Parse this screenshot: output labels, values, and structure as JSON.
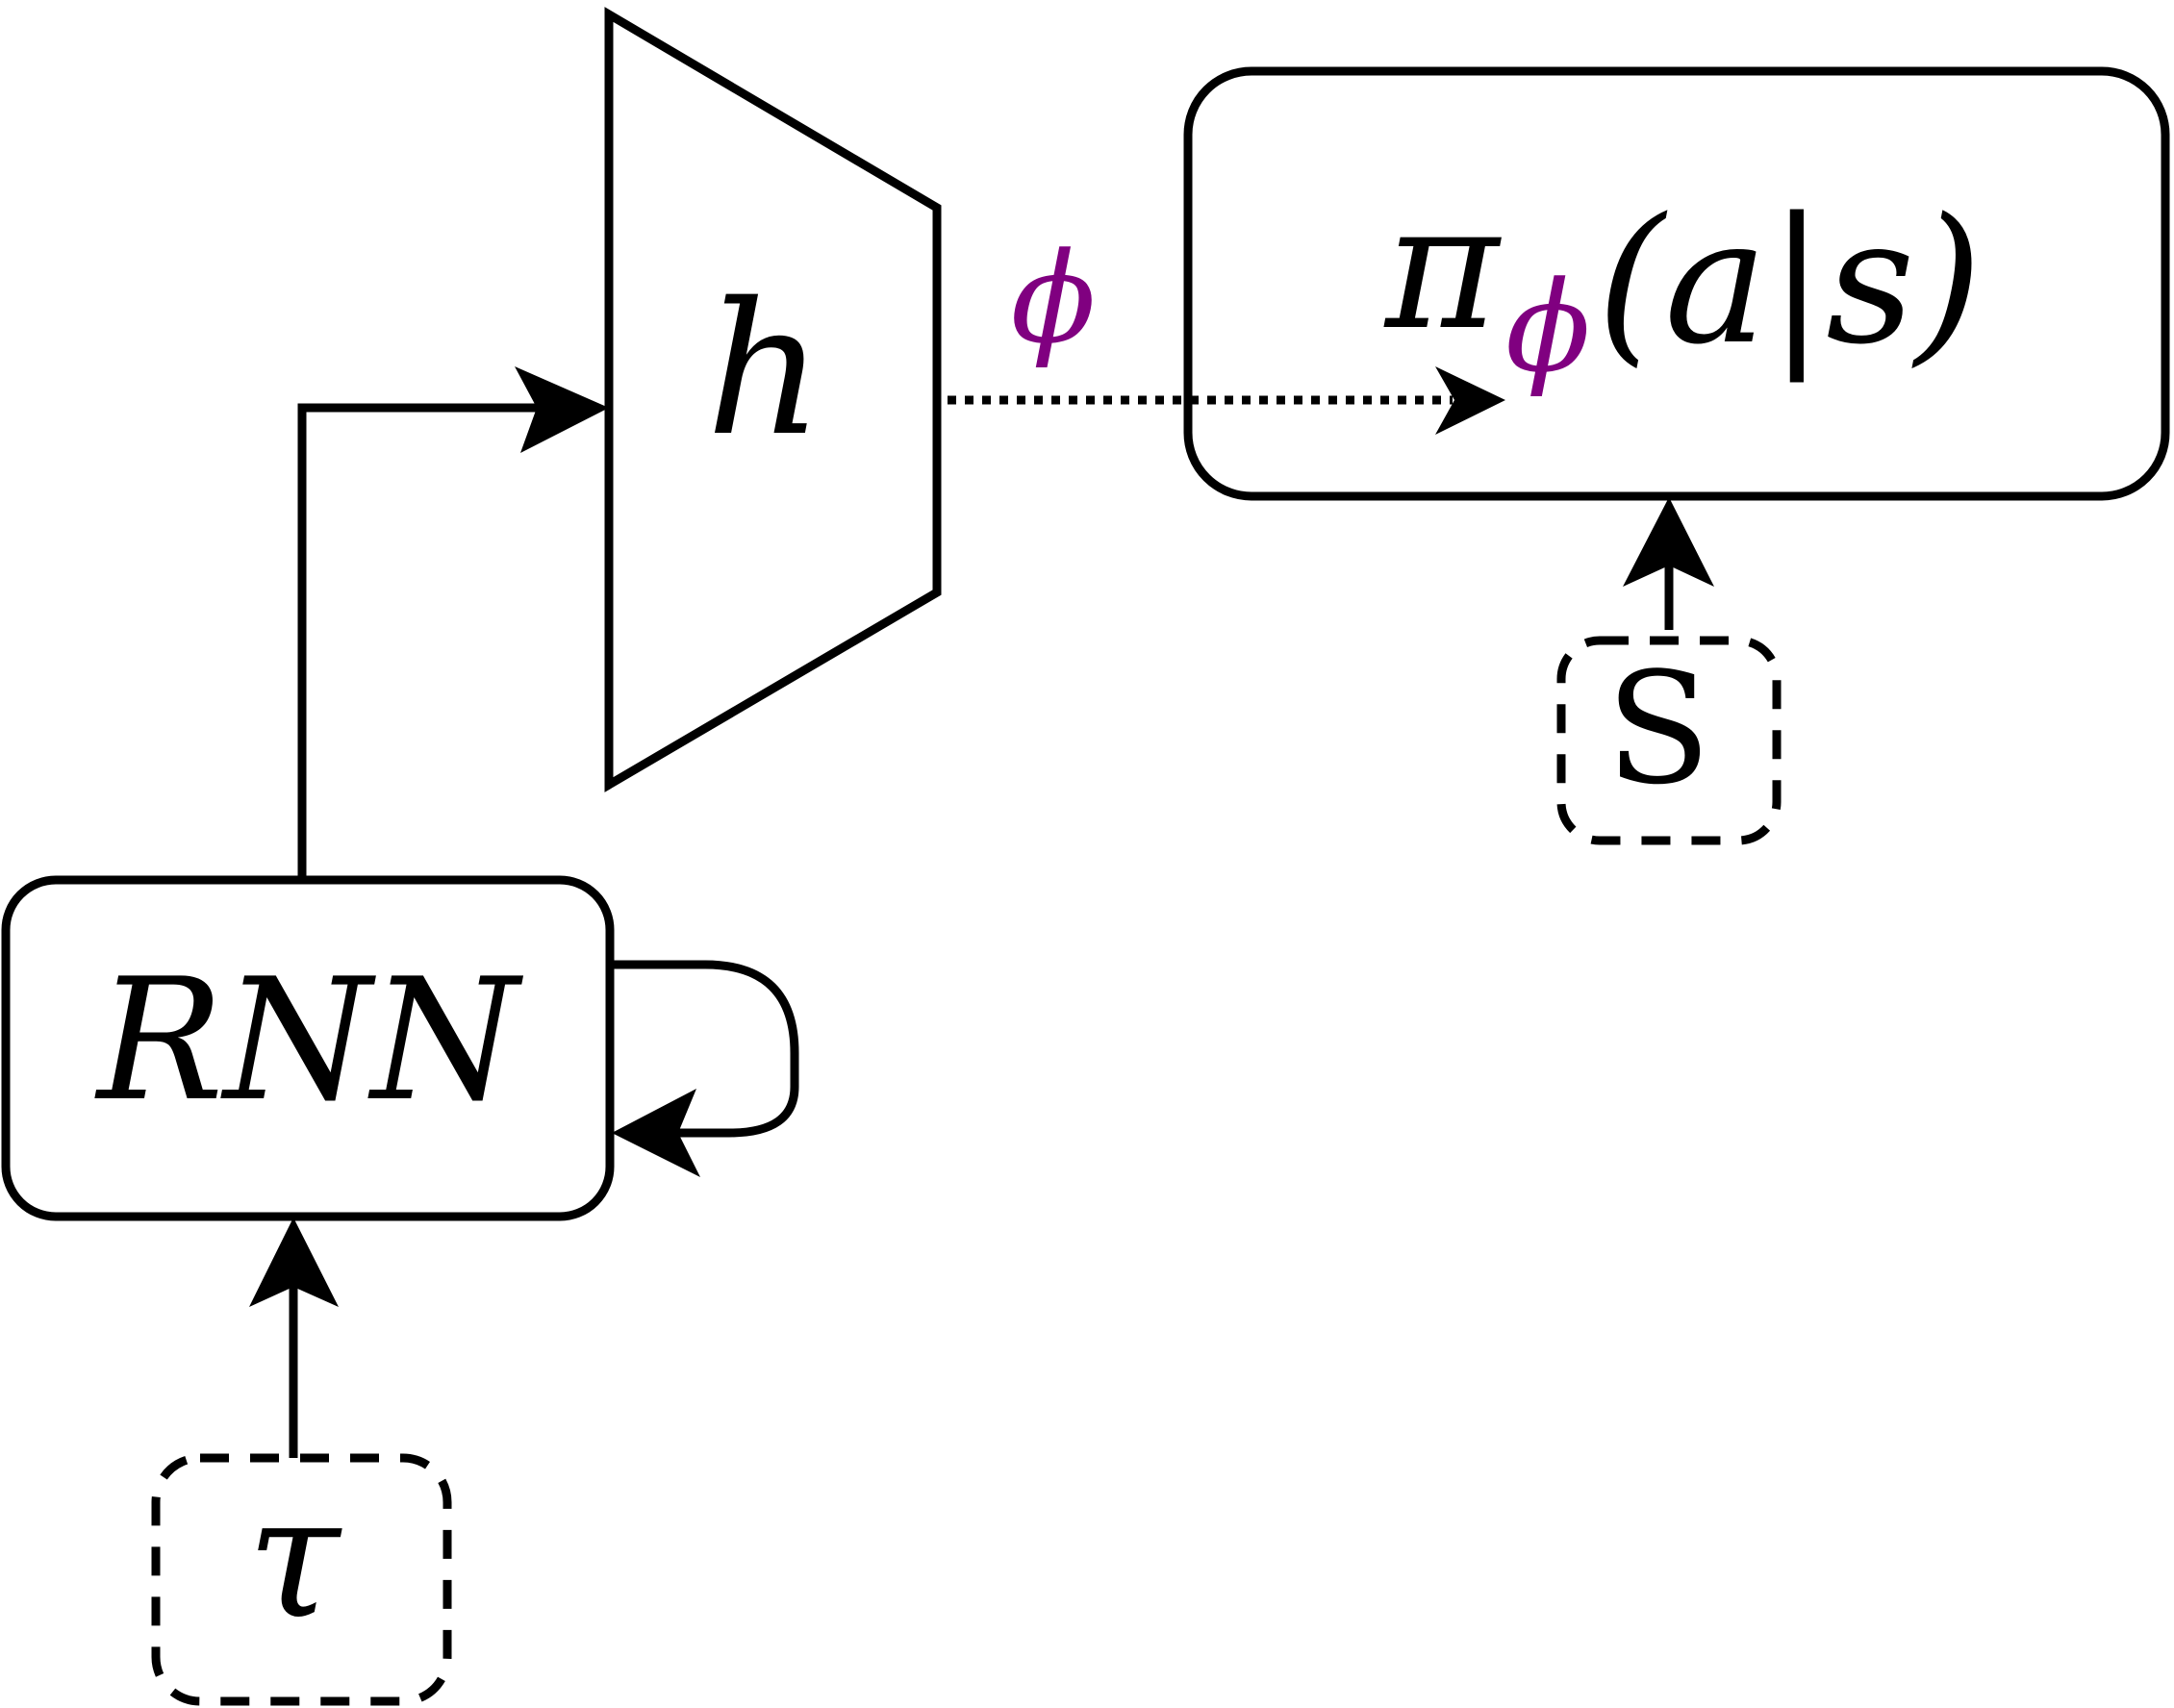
{
  "nodes": {
    "rnn": {
      "label": "RNN"
    },
    "h": {
      "label": "h"
    },
    "policy": {
      "pi": "π",
      "sub": "ϕ",
      "args": "(a|s)"
    },
    "tau": {
      "label": "τ"
    },
    "s": {
      "label": "S"
    }
  },
  "edges": {
    "phi_label": "ϕ"
  },
  "colors": {
    "stroke": "#000000",
    "phi": "#800080"
  }
}
